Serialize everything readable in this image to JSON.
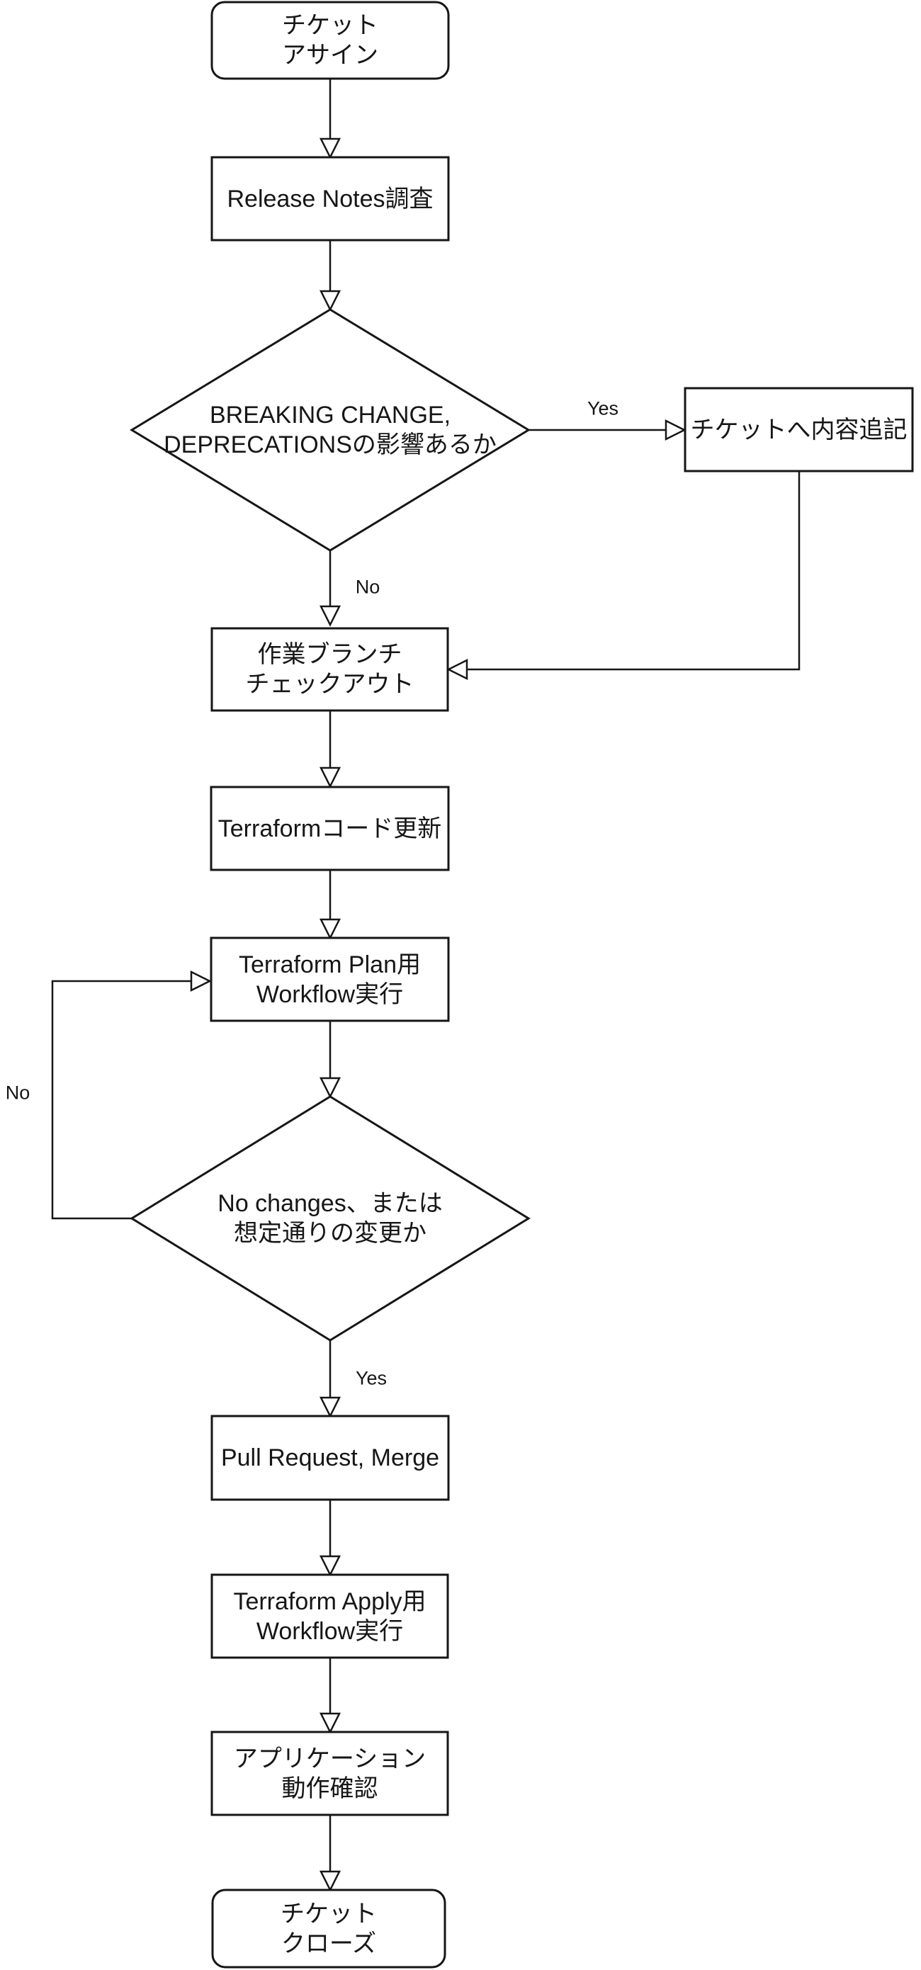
{
  "diagram": {
    "background_color": "#ffffff",
    "stroke_color": "#161616",
    "node_fill_color": "#ffffff",
    "text_color": "#161616",
    "nodes": {
      "start": {
        "shape": "rounded-rectangle",
        "lines": [
          "チケット",
          "アサイン"
        ]
      },
      "release_notes": {
        "shape": "rectangle",
        "lines": [
          "Release Notes調査"
        ]
      },
      "decision_breaking": {
        "shape": "diamond",
        "lines": [
          "BREAKING CHANGE,",
          "DEPRECATIONSの影響あるか"
        ]
      },
      "ticket_append": {
        "shape": "rectangle",
        "lines": [
          "チケットへ内容追記"
        ]
      },
      "work_branch": {
        "shape": "rectangle",
        "lines": [
          "作業ブランチ",
          "チェックアウト"
        ]
      },
      "tf_code_update": {
        "shape": "rectangle",
        "lines": [
          "Terraformコード更新"
        ]
      },
      "tf_plan": {
        "shape": "rectangle",
        "lines": [
          "Terraform Plan用",
          "Workflow実行"
        ]
      },
      "decision_no_changes": {
        "shape": "diamond",
        "lines": [
          "No changes、または",
          "想定通りの変更か"
        ]
      },
      "pull_request": {
        "shape": "rectangle",
        "lines": [
          "Pull Request, Merge"
        ]
      },
      "tf_apply": {
        "shape": "rectangle",
        "lines": [
          "Terraform Apply用",
          "Workflow実行"
        ]
      },
      "app_check": {
        "shape": "rectangle",
        "lines": [
          "アプリケーション",
          "動作確認"
        ]
      },
      "end": {
        "shape": "rounded-rectangle",
        "lines": [
          "チケット",
          "クローズ"
        ]
      }
    },
    "edge_labels": {
      "breaking_yes": "Yes",
      "breaking_no": "No",
      "plan_loop_no": "No",
      "changes_yes": "Yes"
    }
  }
}
